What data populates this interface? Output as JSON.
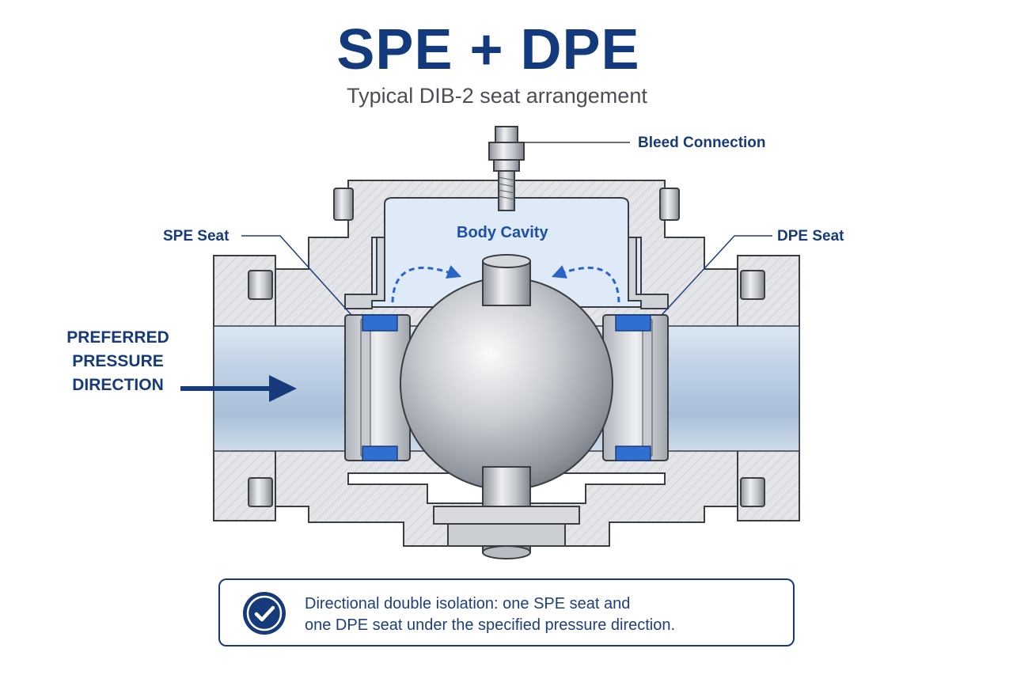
{
  "header": {
    "title": "SPE + DPE",
    "subtitle": "Typical DIB-2 seat arrangement"
  },
  "labels": {
    "bleed_connection": "Bleed Connection",
    "body_cavity": "Body Cavity",
    "spe_seat": "SPE Seat",
    "dpe_seat": "DPE Seat",
    "pressure_direction": [
      "PREFERRED",
      "PRESSURE",
      "DIRECTION"
    ]
  },
  "note": {
    "icon": "check-circle-icon",
    "lines": [
      "Directional double isolation: one SPE seat and",
      "one DPE seat under the specified pressure direction."
    ]
  },
  "colors": {
    "navy": "#173b7a",
    "accent_blue": "#2a64c8",
    "seat_blue": "#2f6fd0",
    "cavity_fill": "#dfeaf8",
    "metal_section": "#e3e4e7",
    "outline": "#3a3d42"
  }
}
